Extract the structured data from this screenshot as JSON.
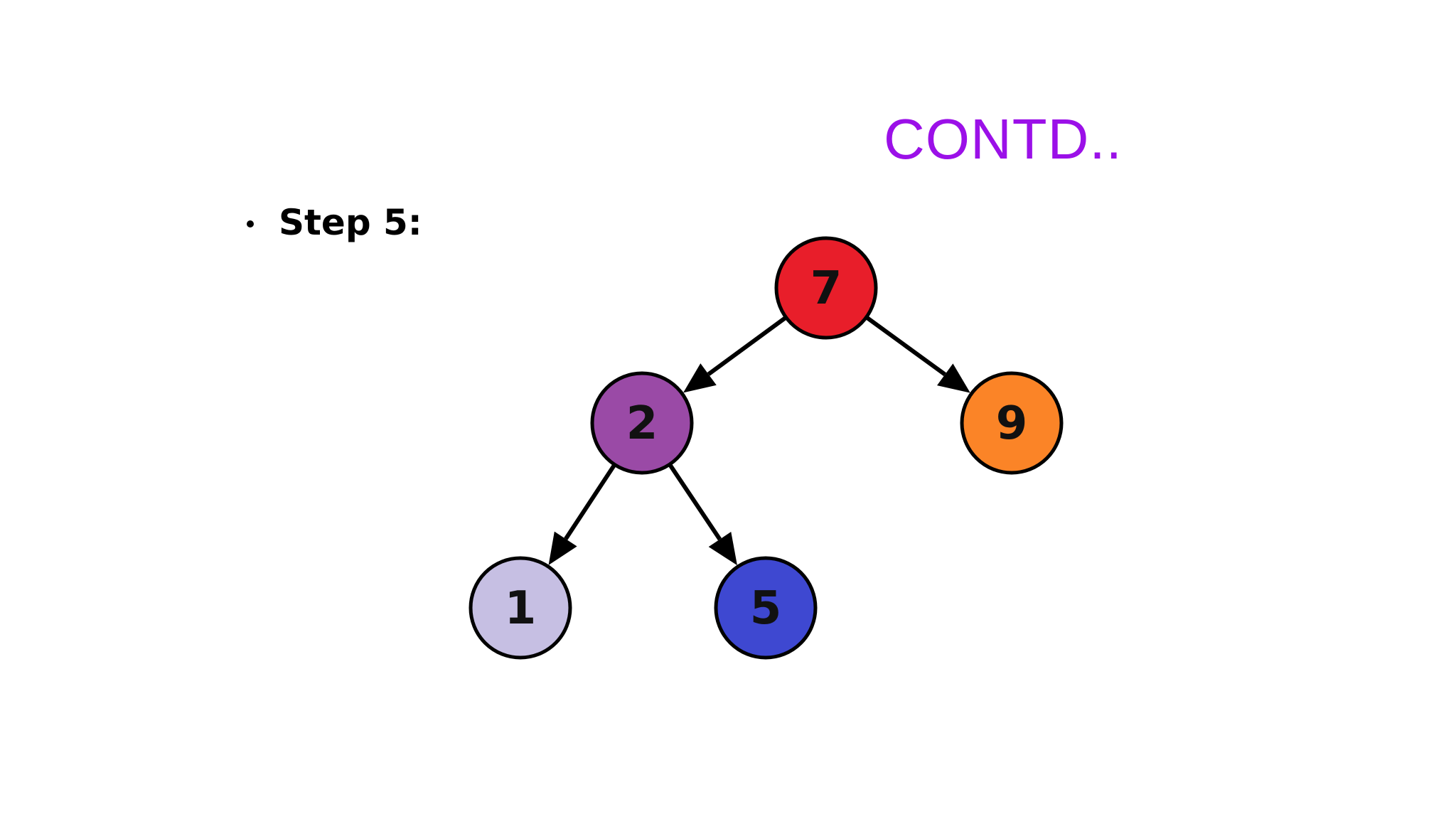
{
  "slide": {
    "title": "CONTD..",
    "title_color": "#9b10e8",
    "bullet": "Step 5:"
  },
  "tree": {
    "nodes": [
      {
        "id": "n7",
        "label": "7",
        "fill": "#e81e2a",
        "text": "#111111"
      },
      {
        "id": "n2",
        "label": "2",
        "fill": "#9a4aa6",
        "text": "#111111"
      },
      {
        "id": "n9",
        "label": "9",
        "fill": "#fb8427",
        "text": "#111111"
      },
      {
        "id": "n1",
        "label": "1",
        "fill": "#c6bfe3",
        "text": "#111111"
      },
      {
        "id": "n5",
        "label": "5",
        "fill": "#3e48d1",
        "text": "#111111"
      }
    ],
    "edges": [
      {
        "from": "n7",
        "to": "n2"
      },
      {
        "from": "n7",
        "to": "n9"
      },
      {
        "from": "n2",
        "to": "n1"
      },
      {
        "from": "n2",
        "to": "n5"
      }
    ],
    "stroke_color": "#000000"
  }
}
